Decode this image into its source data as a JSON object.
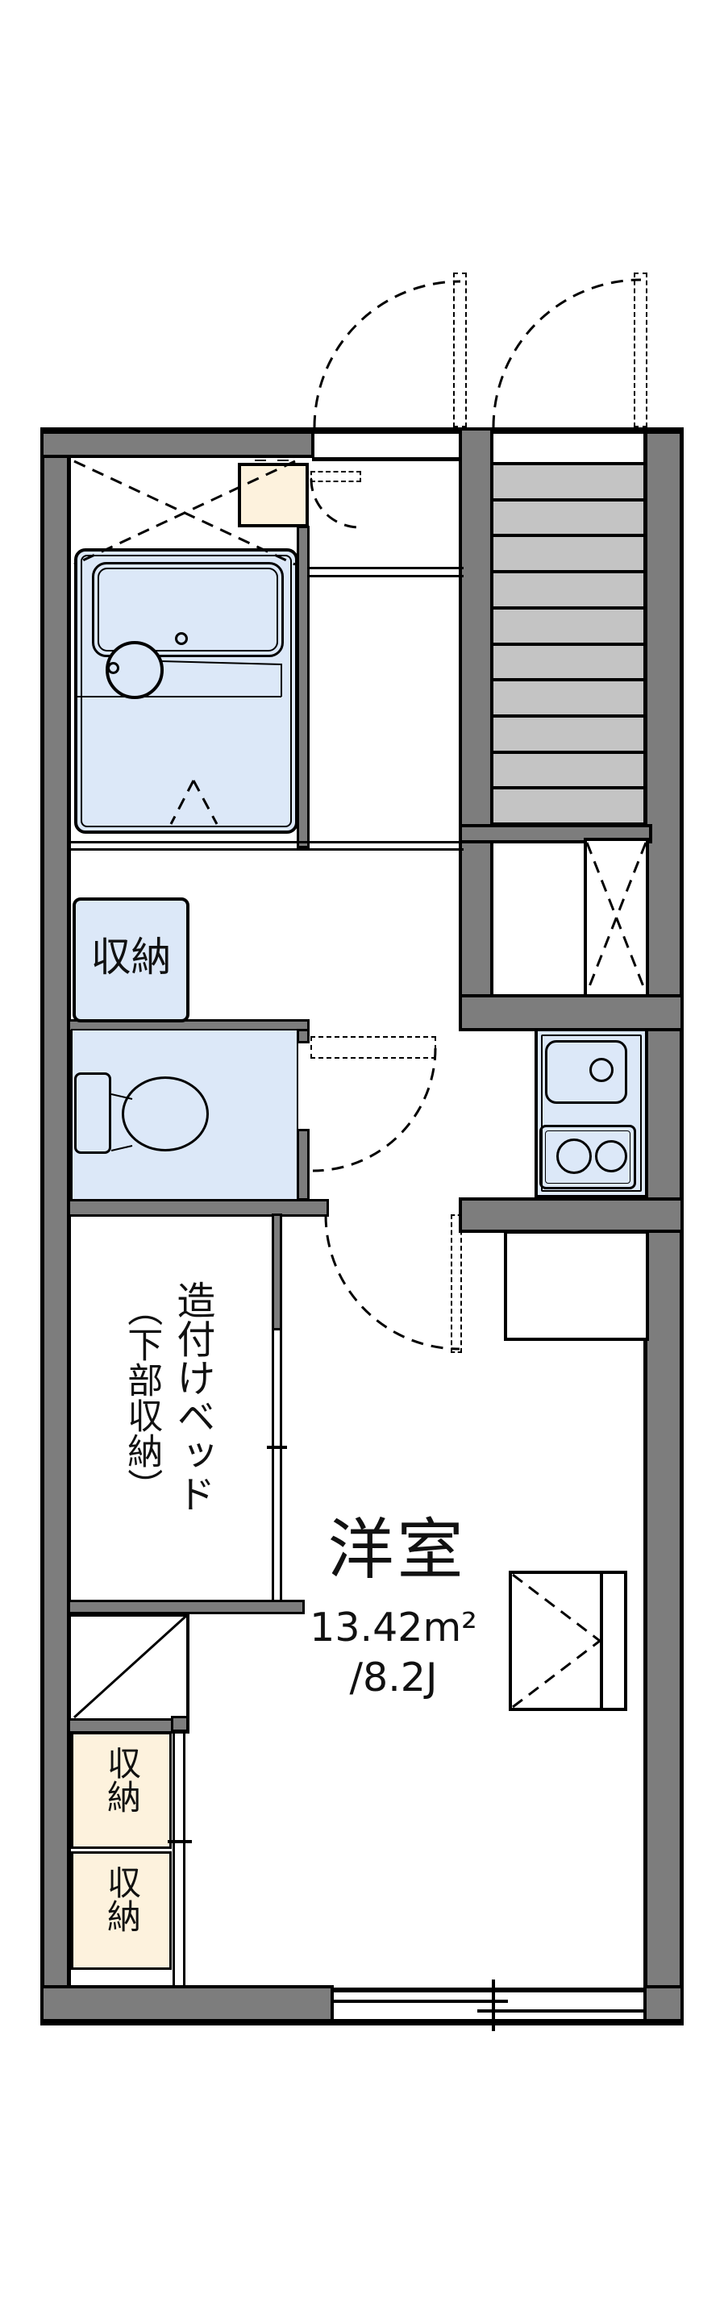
{
  "plan": {
    "title": "apartment-floor-plan",
    "room_label": "洋室",
    "room_area_m2": "13.42m²",
    "room_area_jo": "/8.2J",
    "storage_label_top": "収納",
    "bed_label": "造付けベッド",
    "bed_label_sub": "（下部収納）",
    "storage_boxes_bottom": [
      "収納",
      "収納"
    ]
  },
  "stairs": {
    "step_count": 10
  },
  "colors": {
    "wall": "#7d7d7d",
    "stair_tread": "#c4c4c4",
    "fixture_blue": "#dce8f8",
    "storage_cream": "#fdf2dd",
    "line": "#000000",
    "background": "#ffffff"
  }
}
